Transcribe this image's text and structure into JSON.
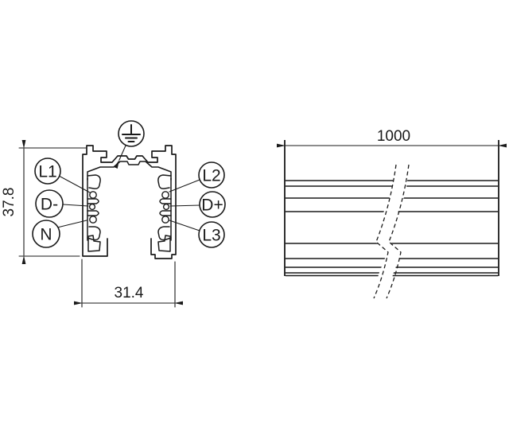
{
  "cross_section": {
    "labels": {
      "l1": "L1",
      "l2": "L2",
      "d_minus": "D-",
      "d_plus": "D+",
      "n": "N",
      "l3": "L3"
    },
    "dimensions": {
      "height": "37.8",
      "width": "31.4"
    },
    "icons": {
      "earth": "protective-earth-ground-icon"
    }
  },
  "side_view": {
    "dimensions": {
      "length": "1000"
    }
  },
  "colors": {
    "line": "#1a1a1a",
    "background": "#ffffff"
  }
}
